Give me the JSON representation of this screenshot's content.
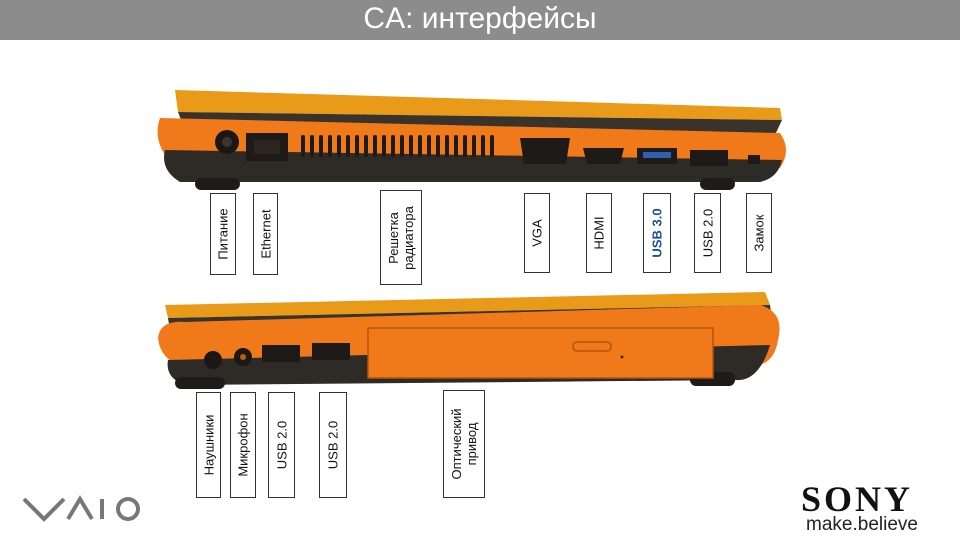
{
  "slide": {
    "title": "CA: интерфейсы"
  },
  "top_side": {
    "labels": [
      {
        "id": "power",
        "text": "Питание"
      },
      {
        "id": "ethernet",
        "text": "Ethernet"
      },
      {
        "id": "vent",
        "text": "Решетка\nрадиатора"
      },
      {
        "id": "vga",
        "text": "VGA"
      },
      {
        "id": "hdmi",
        "text": "HDMI"
      },
      {
        "id": "usb3",
        "text": "USB 3.0"
      },
      {
        "id": "usb2",
        "text": "USB 2.0"
      },
      {
        "id": "lock",
        "text": "Замок"
      }
    ]
  },
  "bottom_side": {
    "labels": [
      {
        "id": "headphones",
        "text": "Наушники"
      },
      {
        "id": "mic",
        "text": "Микрофон"
      },
      {
        "id": "usb2a",
        "text": "USB 2.0"
      },
      {
        "id": "usb2b",
        "text": "USB 2.0"
      },
      {
        "id": "optical",
        "text": "Оптический\nпривод"
      }
    ]
  },
  "branding": {
    "vaio_logo": "VAIO",
    "sony_logo": "SONY",
    "tagline": "make.believe"
  },
  "colors": {
    "title_bar": "#8c8c8c",
    "body_orange": "#f07a1a",
    "lid_orange": "#f0a020",
    "base_dark": "#2e2a26",
    "usb3_blue": "#1a4fa3"
  }
}
